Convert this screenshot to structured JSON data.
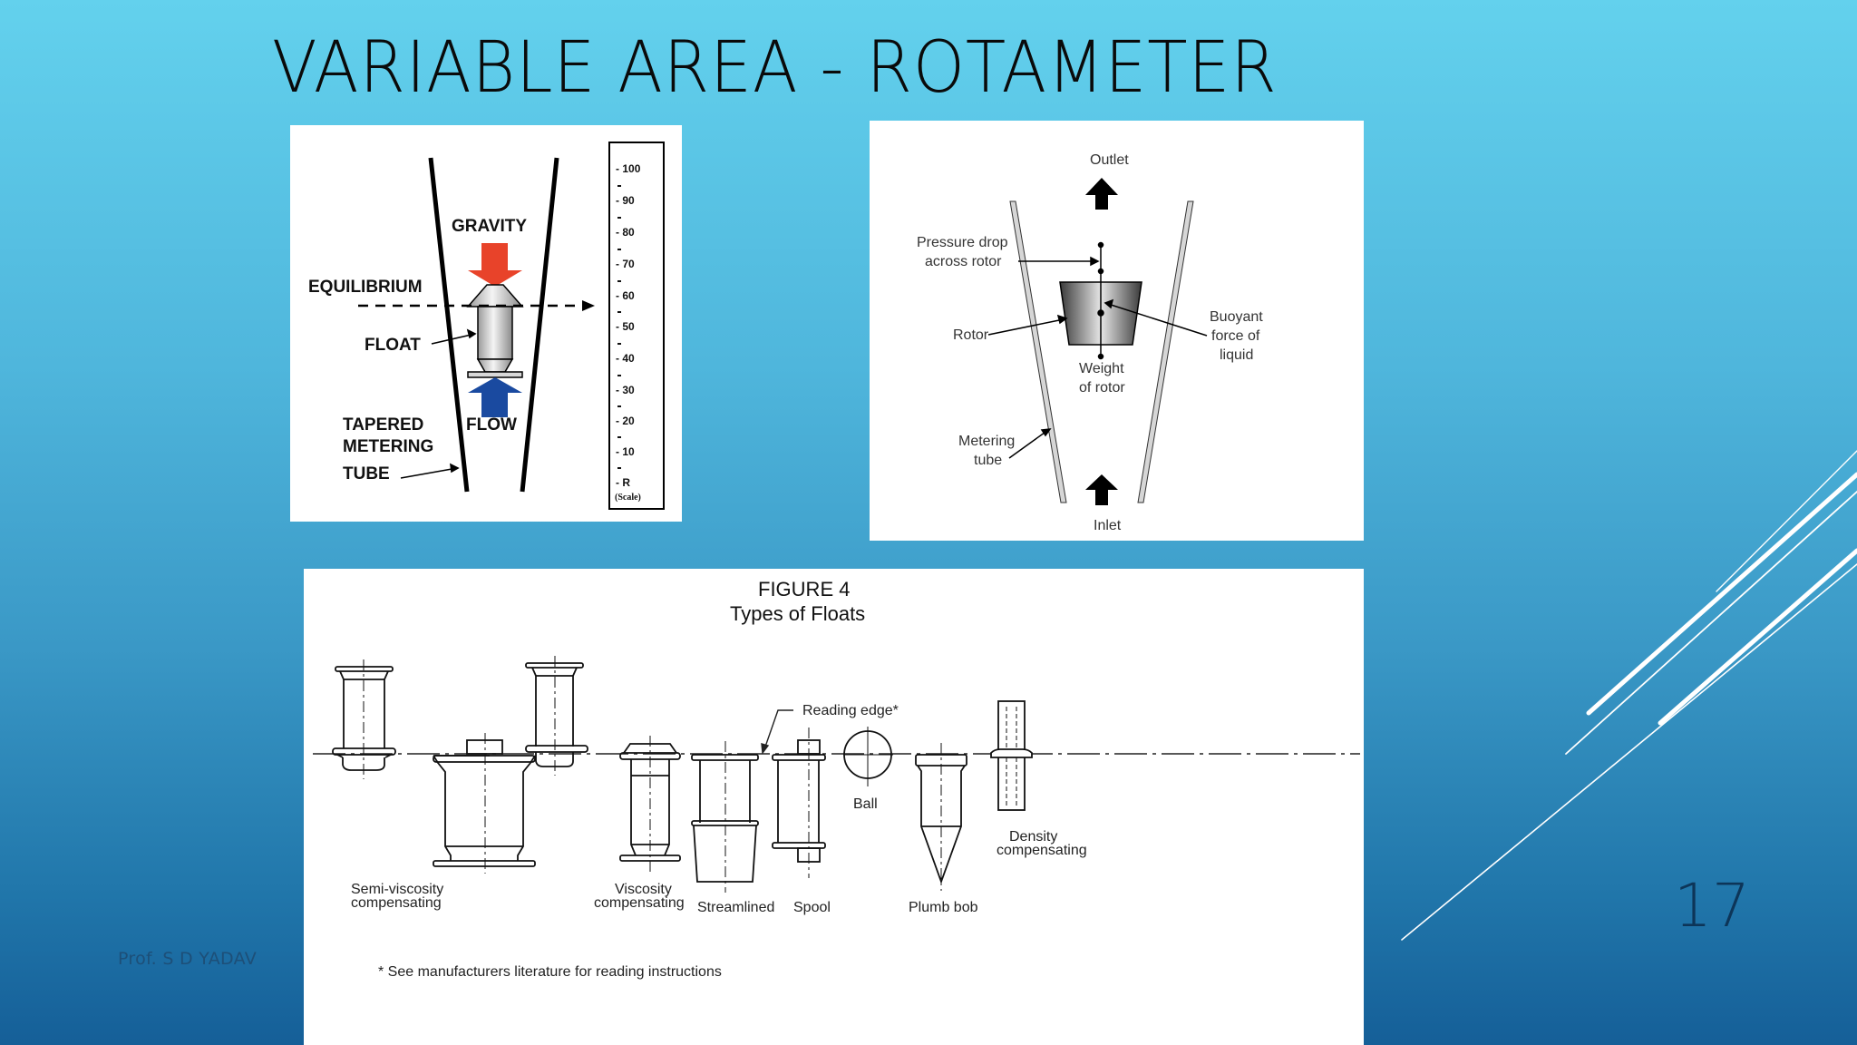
{
  "slide": {
    "title": "VARIABLE AREA - ROTAMETER",
    "footer": "Prof. S D YADAV",
    "slide_number": "17",
    "colors": {
      "background_top": "#63d1ed",
      "background_bottom": "#155f98",
      "title": "#0a0a0a",
      "footer_text": "#1d4f78",
      "slide_number": "#0d3558",
      "gravity_arrow": "#e8432a",
      "flow_arrow": "#1a4aa0"
    }
  },
  "diagram_1": {
    "labels": {
      "gravity": "GRAVITY",
      "equilibrium": "EQUILIBRIUM",
      "float": "FLOAT",
      "tapered": "TAPERED",
      "metering": "METERING",
      "tube": "TUBE",
      "flow": "FLOW"
    },
    "scale": {
      "ticks": [
        "100",
        "90",
        "80",
        "70",
        "60",
        "50",
        "40",
        "30",
        "20",
        "10",
        "R"
      ],
      "caption": "(Scale)"
    }
  },
  "diagram_2": {
    "labels": {
      "outlet": "Outlet",
      "inlet": "Inlet",
      "pressure_drop_1": "Pressure drop",
      "pressure_drop_2": "across rotor",
      "rotor": "Rotor",
      "buoyant_1": "Buoyant",
      "buoyant_2": "force of",
      "buoyant_3": "liquid",
      "weight_1": "Weight",
      "weight_2": "of rotor",
      "metering_1": "Metering",
      "metering_2": "tube"
    }
  },
  "diagram_3": {
    "figure_number": "FIGURE 4",
    "figure_title": "Types of Floats",
    "reading_edge": "Reading edge*",
    "footnote": "* See manufacturers literature for reading instructions",
    "float_types": [
      {
        "name": "semi-viscosity",
        "line1": "Semi-viscosity",
        "line2": "compensating"
      },
      {
        "name": "viscosity",
        "line1": "Viscosity",
        "line2": "compensating"
      },
      {
        "name": "streamlined",
        "line1": "Streamlined",
        "line2": ""
      },
      {
        "name": "spool",
        "line1": "Spool",
        "line2": ""
      },
      {
        "name": "ball",
        "line1": "Ball",
        "line2": ""
      },
      {
        "name": "plumb-bob",
        "line1": "Plumb bob",
        "line2": ""
      },
      {
        "name": "density",
        "line1": "Density",
        "line2": "compensating"
      }
    ]
  }
}
